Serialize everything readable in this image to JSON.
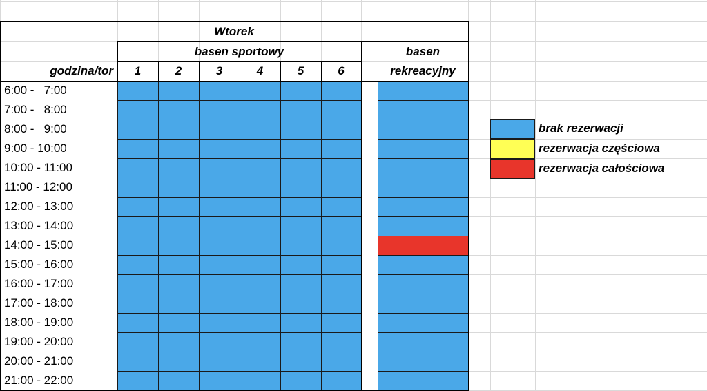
{
  "sheet": {
    "day_title": "Wtorek",
    "sport_pool_label": "basen sportowy",
    "rec_pool_label_line1": "basen",
    "rec_pool_label_line2": "rekreacyjny",
    "hour_lane_label": "godzina/tor",
    "lanes": [
      "1",
      "2",
      "3",
      "4",
      "5",
      "6"
    ],
    "time_slots": [
      "6:00 -   7:00",
      "7:00 -   8:00",
      "8:00 -   9:00",
      "9:00 - 10:00",
      "10:00 - 11:00",
      "11:00 - 12:00",
      "12:00 - 13:00",
      "13:00 - 14:00",
      "14:00 - 15:00",
      "15:00 - 16:00",
      "16:00 - 17:00",
      "17:00 - 18:00",
      "18:00 - 19:00",
      "19:00 - 20:00",
      "20:00 - 21:00",
      "21:00 - 22:00"
    ],
    "sport_status": [
      [
        "none",
        "none",
        "none",
        "none",
        "none",
        "none"
      ],
      [
        "none",
        "none",
        "none",
        "none",
        "none",
        "none"
      ],
      [
        "none",
        "none",
        "none",
        "none",
        "none",
        "none"
      ],
      [
        "none",
        "none",
        "none",
        "none",
        "none",
        "none"
      ],
      [
        "none",
        "none",
        "none",
        "none",
        "none",
        "none"
      ],
      [
        "none",
        "none",
        "none",
        "none",
        "none",
        "none"
      ],
      [
        "none",
        "none",
        "none",
        "none",
        "none",
        "none"
      ],
      [
        "none",
        "none",
        "none",
        "none",
        "none",
        "none"
      ],
      [
        "none",
        "none",
        "none",
        "none",
        "none",
        "none"
      ],
      [
        "none",
        "none",
        "none",
        "none",
        "none",
        "none"
      ],
      [
        "none",
        "none",
        "none",
        "none",
        "none",
        "none"
      ],
      [
        "none",
        "none",
        "none",
        "none",
        "none",
        "none"
      ],
      [
        "none",
        "none",
        "none",
        "none",
        "none",
        "none"
      ],
      [
        "none",
        "none",
        "none",
        "none",
        "none",
        "none"
      ],
      [
        "none",
        "none",
        "none",
        "none",
        "none",
        "none"
      ],
      [
        "none",
        "none",
        "none",
        "none",
        "none",
        "none"
      ]
    ],
    "rec_status": [
      "none",
      "none",
      "none",
      "none",
      "none",
      "none",
      "none",
      "none",
      "full",
      "none",
      "none",
      "none",
      "none",
      "none",
      "none",
      "none"
    ]
  },
  "legend": {
    "items": [
      {
        "key": "none",
        "label": "brak rezerwacji",
        "color": "#4aa8e8"
      },
      {
        "key": "partial",
        "label": "rezerwacja częściowa",
        "color": "#ffff55"
      },
      {
        "key": "full",
        "label": "rezerwacja całościowa",
        "color": "#e8352b"
      }
    ]
  }
}
